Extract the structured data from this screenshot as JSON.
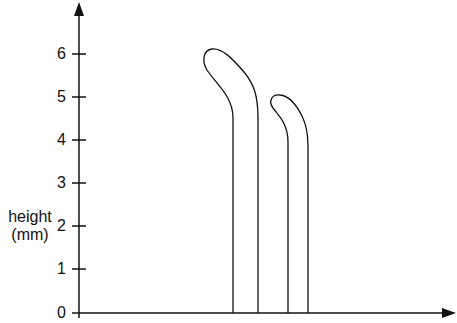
{
  "diagram": {
    "labels": [
      "6",
      "5",
      "4",
      "3",
      "2",
      "1",
      "0",
      "height (mm)"
    ]
  }
}
